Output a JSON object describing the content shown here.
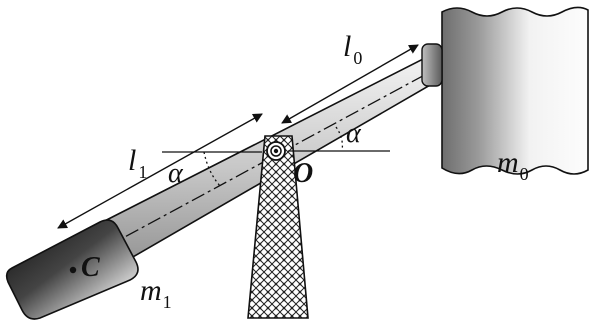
{
  "labels": {
    "length_short": "l",
    "length_short_sub": "0",
    "length_long": "l",
    "length_long_sub": "1",
    "mass_right": "m",
    "mass_right_sub": "0",
    "mass_left": "m",
    "mass_left_sub": "1",
    "pivot": "O",
    "center": "C",
    "angle_left": "α",
    "angle_right": "α"
  },
  "colors": {
    "outline": "#111111",
    "beam_light": "#e2e2e2",
    "beam_dark": "#9a9a9a",
    "block_dark": "#1a1a1a",
    "block_light": "#f0f0f0",
    "cylinder_dark": "#7a7a7a",
    "cylinder_light": "#fafafa",
    "tower_hatch": "#222222"
  }
}
